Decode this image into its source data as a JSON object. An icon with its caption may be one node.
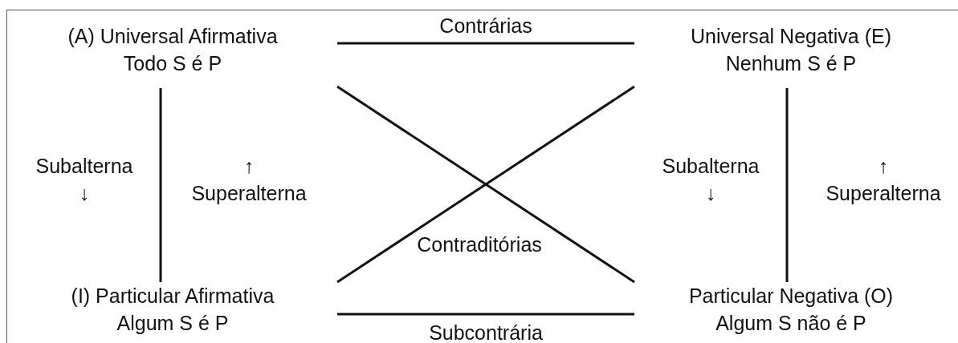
{
  "diagram": {
    "nodes": [
      {
        "text": [
          "(A) Universal Afirmativa",
          "Todo S é P"
        ]
      },
      {
        "text": [
          "Universal Negativa (E)",
          "Nenhum S é P"
        ]
      },
      {
        "text": [
          "(I) Particular Afirmativa",
          "Algum S é P"
        ]
      },
      {
        "text": [
          "Particular Negativa (O)",
          "Algum S não é P"
        ]
      }
    ],
    "edges": [
      {
        "from": 0,
        "to": 1,
        "arrow": "none",
        "label": "Contrárias"
      },
      {
        "from": 0,
        "to": 2,
        "arrow": "none"
      },
      {
        "from": 1,
        "to": 3,
        "arrow": "none"
      },
      {
        "from": 0,
        "to": 3,
        "arrow": "none",
        "label": "Contraditórias"
      },
      {
        "from": 1,
        "to": 2,
        "arrow": "none"
      },
      {
        "from": 2,
        "to": 3,
        "arrow": "none",
        "label": "Subcontrária"
      }
    ],
    "labels": [
      "Subalterna ↓",
      "↑ Superalterna",
      "Subalterna ↓",
      "↑ Superalterna"
    ]
  }
}
